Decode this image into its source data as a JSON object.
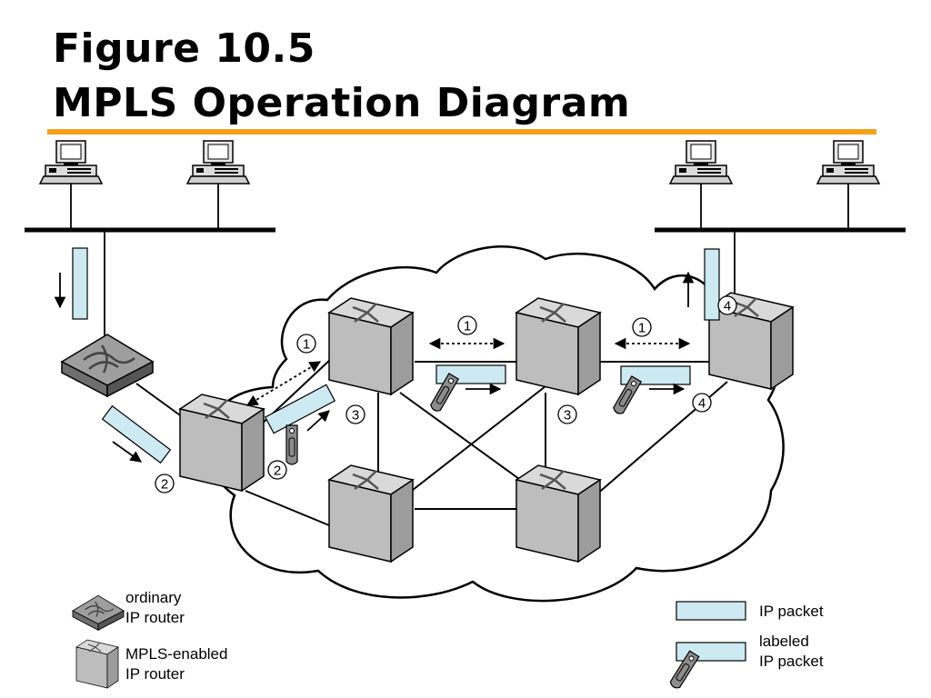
{
  "title": {
    "line1": "Figure 10.5",
    "line2": "MPLS Operation Diagram"
  },
  "colors": {
    "accent_rule": "#f4a11a",
    "packet_fill": "#cdeaf2",
    "router_top": "#d9d9d9",
    "router_left": "#b8b8b8",
    "router_right": "#9e9e9e",
    "tag_fill": "#8c8c8c"
  },
  "steps": {
    "s1": "1",
    "s2": "2",
    "s3": "3",
    "s4": "4"
  },
  "legend": {
    "ordinary_line1": "ordinary",
    "ordinary_line2": "IP router",
    "mpls_line1": "MPLS-enabled",
    "mpls_line2": "IP router",
    "packet": "IP packet",
    "labeled_line1": "labeled",
    "labeled_line2": "IP packet"
  },
  "icons": [
    "computer-icon",
    "ordinary-router-icon",
    "mpls-router-icon",
    "ip-packet-icon",
    "label-tag-icon",
    "arrow-icon"
  ]
}
